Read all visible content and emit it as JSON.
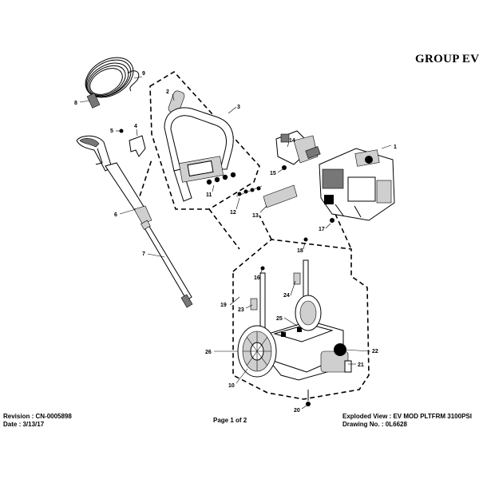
{
  "header": {
    "group_title": "GROUP EV"
  },
  "footer": {
    "revision_label": "Revision :",
    "revision_value": "CN-0005898",
    "date_label": "Date :",
    "date_value": "3/13/17",
    "page_text": "Page 1 of 2",
    "view_label": "Exploded View :",
    "view_value": "EV MOD PLTFRM 3100PSI",
    "drawing_label": "Drawing No. :",
    "drawing_value": "0L6628"
  },
  "callouts": [
    "1",
    "2",
    "3",
    "4",
    "5",
    "6",
    "7",
    "8",
    "9",
    "10",
    "11",
    "12",
    "13",
    "14",
    "15",
    "16",
    "17",
    "18",
    "19",
    "20",
    "21",
    "22",
    "23",
    "24",
    "25",
    "26"
  ]
}
